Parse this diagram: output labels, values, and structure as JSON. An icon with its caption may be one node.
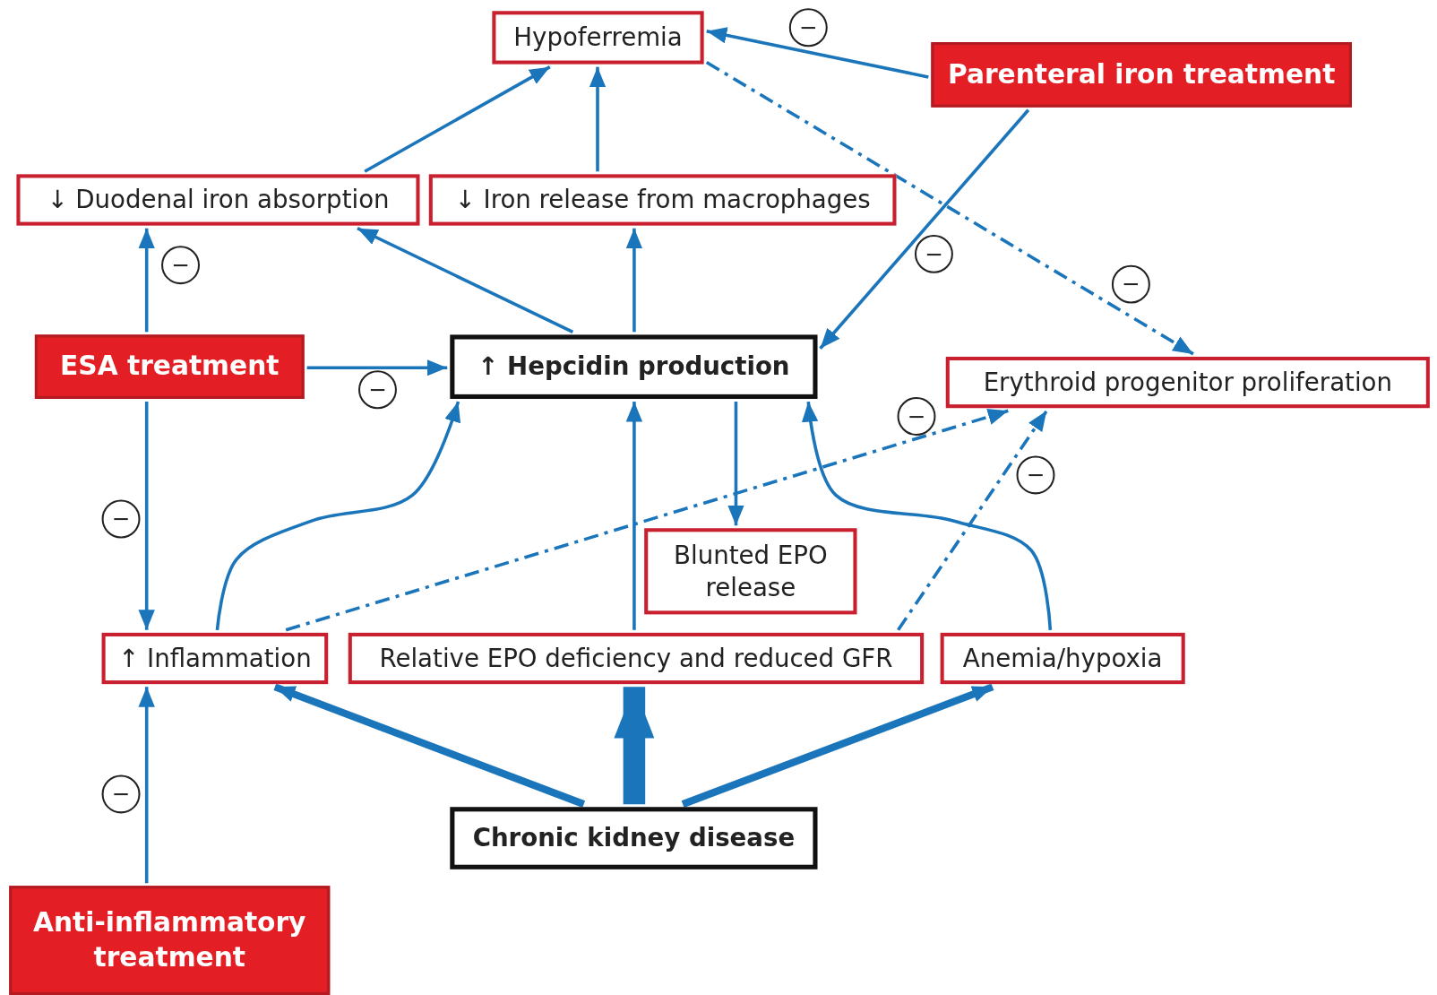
{
  "diagram": {
    "nodes": [
      {
        "text": [
          "Hypoferremia"
        ]
      },
      {
        "text": [
          "Parenteral iron treatment"
        ]
      },
      {
        "text": [
          "↓ Duodenal iron absorption"
        ]
      },
      {
        "text": [
          "↓ Iron release from macrophages"
        ]
      },
      {
        "text": [
          "ESA treatment"
        ]
      },
      {
        "text": [
          "↑ Hepcidin production"
        ]
      },
      {
        "text": [
          "Erythroid progenitor proliferation"
        ]
      },
      {
        "text": [
          "Blunted EPO release"
        ]
      },
      {
        "text": [
          "↑ Inflammation"
        ]
      },
      {
        "text": [
          "Relative EPO deficiency and reduced GFR"
        ]
      },
      {
        "text": [
          "Anemia/hypoxia"
        ]
      },
      {
        "text": [
          "Chronic kidney disease"
        ]
      },
      {
        "text": [
          "Anti-inflammatory treatment"
        ]
      }
    ],
    "edges": [
      {
        "from": 1,
        "to": 0,
        "arrow": "to",
        "label": "−"
      },
      {
        "from": 0,
        "to": 6,
        "arrow": "to",
        "style": "dashed",
        "label": "−"
      },
      {
        "from": 1,
        "to": 5,
        "arrow": "to",
        "label": "−"
      },
      {
        "from": 2,
        "to": 0,
        "arrow": "to"
      },
      {
        "from": 3,
        "to": 0,
        "arrow": "to"
      },
      {
        "from": 5,
        "to": 2,
        "arrow": "to"
      },
      {
        "from": 5,
        "to": 3,
        "arrow": "to"
      },
      {
        "from": 4,
        "to": 2,
        "arrow": "to",
        "label": "−"
      },
      {
        "from": 4,
        "to": 5,
        "arrow": "to",
        "label": "−"
      },
      {
        "from": 4,
        "to": 8,
        "arrow": "to",
        "label": "−"
      },
      {
        "from": 5,
        "to": 7,
        "arrow": "to"
      },
      {
        "from": 8,
        "to": 5,
        "arrow": "to"
      },
      {
        "from": 9,
        "to": 5,
        "arrow": "to"
      },
      {
        "from": 10,
        "to": 5,
        "arrow": "to"
      },
      {
        "from": 8,
        "to": 6,
        "arrow": "to",
        "style": "dashed",
        "label": "−"
      },
      {
        "from": 9,
        "to": 6,
        "arrow": "to",
        "style": "dashed",
        "label": "−"
      },
      {
        "from": 11,
        "to": 8,
        "arrow": "to",
        "style": "thick"
      },
      {
        "from": 11,
        "to": 9,
        "arrow": "to",
        "style": "thick"
      },
      {
        "from": 11,
        "to": 10,
        "arrow": "to",
        "style": "thick"
      },
      {
        "from": 12,
        "to": 8,
        "arrow": "to",
        "label": "−"
      }
    ]
  }
}
